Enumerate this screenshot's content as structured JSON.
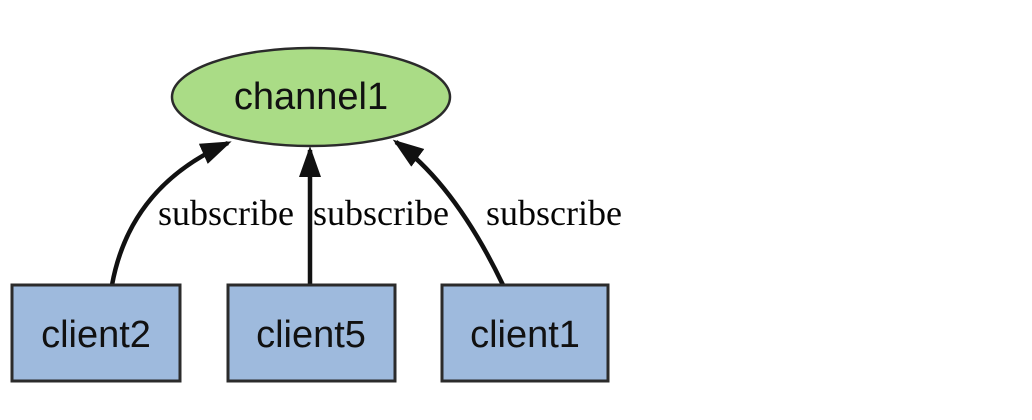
{
  "diagram": {
    "type": "pubsub-graph",
    "colors": {
      "background": "#ffffff",
      "channel_fill": "#aadc86",
      "client_fill": "#9ebadd",
      "node_border": "#2b2b2b",
      "edge_color": "#111111",
      "edge_label_color": "#050505"
    },
    "nodes": {
      "channel": {
        "label": "channel1",
        "shape": "ellipse"
      },
      "clients": [
        {
          "label": "client2",
          "shape": "rectangle"
        },
        {
          "label": "client5",
          "shape": "rectangle"
        },
        {
          "label": "client1",
          "shape": "rectangle"
        }
      ]
    },
    "edges": [
      {
        "from": "client2",
        "to": "channel1",
        "label": "subscribe"
      },
      {
        "from": "client5",
        "to": "channel1",
        "label": "subscribe"
      },
      {
        "from": "client1",
        "to": "channel1",
        "label": "subscribe"
      }
    ]
  }
}
